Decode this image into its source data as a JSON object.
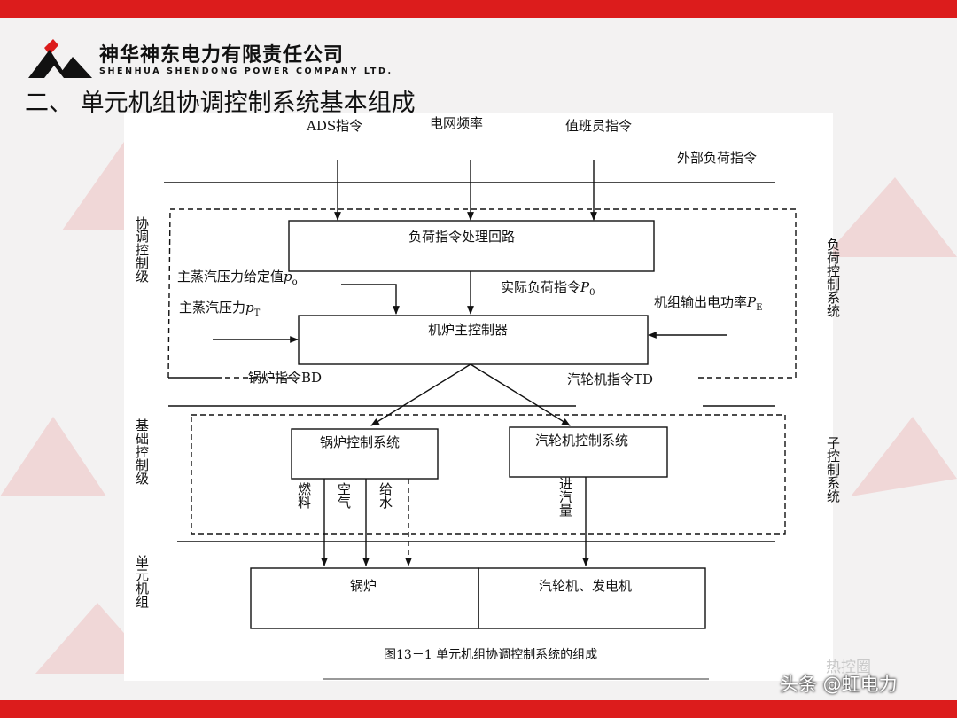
{
  "header": {
    "company_cn": "神华神东电力有限责任公司",
    "company_en": "SHENHUA SHENDONG POWER COMPANY LTD.",
    "slide_title": "二、 单元机组协调控制系统基本组成"
  },
  "diagram": {
    "inputs": {
      "ads": "ADS指令",
      "grid_freq": "电网频率",
      "operator": "值班员指令",
      "external_load": "外部负荷指令"
    },
    "boxes": {
      "load_processing": "负荷指令处理回路",
      "master_controller": "机炉主控制器",
      "boiler_control": "锅炉控制系统",
      "turbine_control": "汽轮机控制系统",
      "boiler": "锅炉",
      "turbine_generator": "汽轮机、发电机"
    },
    "signals": {
      "steam_setpoint_prefix": "主蒸汽压力给定值",
      "steam_setpoint_sym": "p",
      "steam_setpoint_sub": "o",
      "steam_pressure_prefix": "主蒸汽压力",
      "steam_pressure_sym": "p",
      "steam_pressure_sub": "T",
      "actual_load_prefix": "实际负荷指令",
      "actual_load_sym": "P",
      "actual_load_sub": "0",
      "unit_power_prefix": "机组输出电功率",
      "unit_power_sym": "P",
      "unit_power_sub": "E",
      "boiler_cmd": "锅炉指令BD",
      "turbine_cmd": "汽轮机指令TD",
      "fuel": "燃料",
      "air": "空气",
      "feedwater": "给水",
      "steam_intake": "进汽量"
    },
    "levels": {
      "coordination": "协调控制级",
      "basic": "基础控制级",
      "unit": "单元机组",
      "load_control": "负荷控制系统",
      "sub_control": "子控制系统"
    },
    "caption": "图13－1 单元机组协调控制系统的组成"
  },
  "footer": {
    "watermark": "头条 @虹电力",
    "faint_mark": "热控圈"
  },
  "colors": {
    "accent_red": "#dc1c1c",
    "background": "#f3f2f2"
  }
}
